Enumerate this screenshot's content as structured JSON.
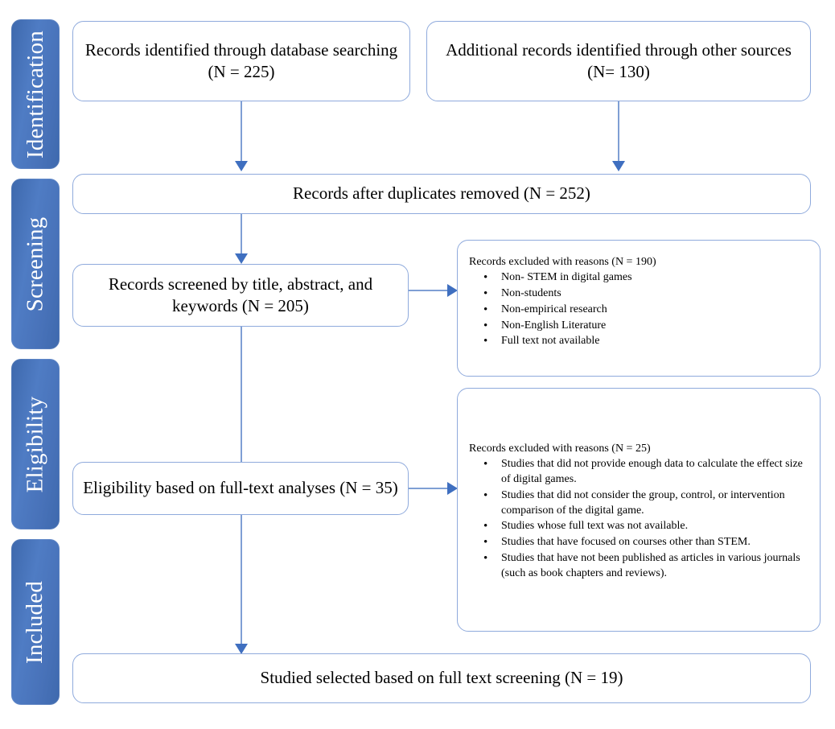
{
  "diagram": {
    "title": "PRISMA flow diagram",
    "accent_blue": "#4872b9",
    "box_border": "#8faadc",
    "connector": "#7f9fd4",
    "arrow_head": "#3f6fc0"
  },
  "stages": [
    {
      "id": "identification",
      "label": "Identification"
    },
    {
      "id": "screening",
      "label": "Screening"
    },
    {
      "id": "eligibility",
      "label": "Eligibility"
    },
    {
      "id": "included",
      "label": "Included"
    }
  ],
  "boxes": {
    "database_search": {
      "line1": "Records identified through database searching",
      "line2": "(N = 225)"
    },
    "other_sources": {
      "line1": "Additional records identified through other sources",
      "line2": "(N= 130)"
    },
    "duplicates_removed": {
      "line1": "Records after duplicates removed (N = 252)"
    },
    "records_screened": {
      "line1": "Records screened by title, abstract, and",
      "line2": "keywords (N = 205)"
    },
    "eligibility_fulltext": {
      "line1": "Eligibility based on full-text analyses (N = 35)"
    },
    "studies_included": {
      "line1": "Studied selected based on full text screening (N = 19)"
    }
  },
  "excluded_screening": {
    "heading": "Records excluded with reasons (N = 190)",
    "reasons": [
      "Non- STEM in digital games",
      "Non-students",
      "Non-empirical research",
      "Non-English Literature",
      "Full text not available"
    ]
  },
  "excluded_eligibility": {
    "heading": "Records excluded with reasons (N = 25)",
    "reasons": [
      "Studies that did not provide enough data to calculate the effect size of digital games.",
      "Studies that did not consider the group, control, or intervention comparison of the digital game.",
      "Studies whose full text was not available.",
      "Studies that have focused on courses other than STEM.",
      "Studies that have not been published as articles in various journals (such as book chapters and reviews)."
    ]
  }
}
